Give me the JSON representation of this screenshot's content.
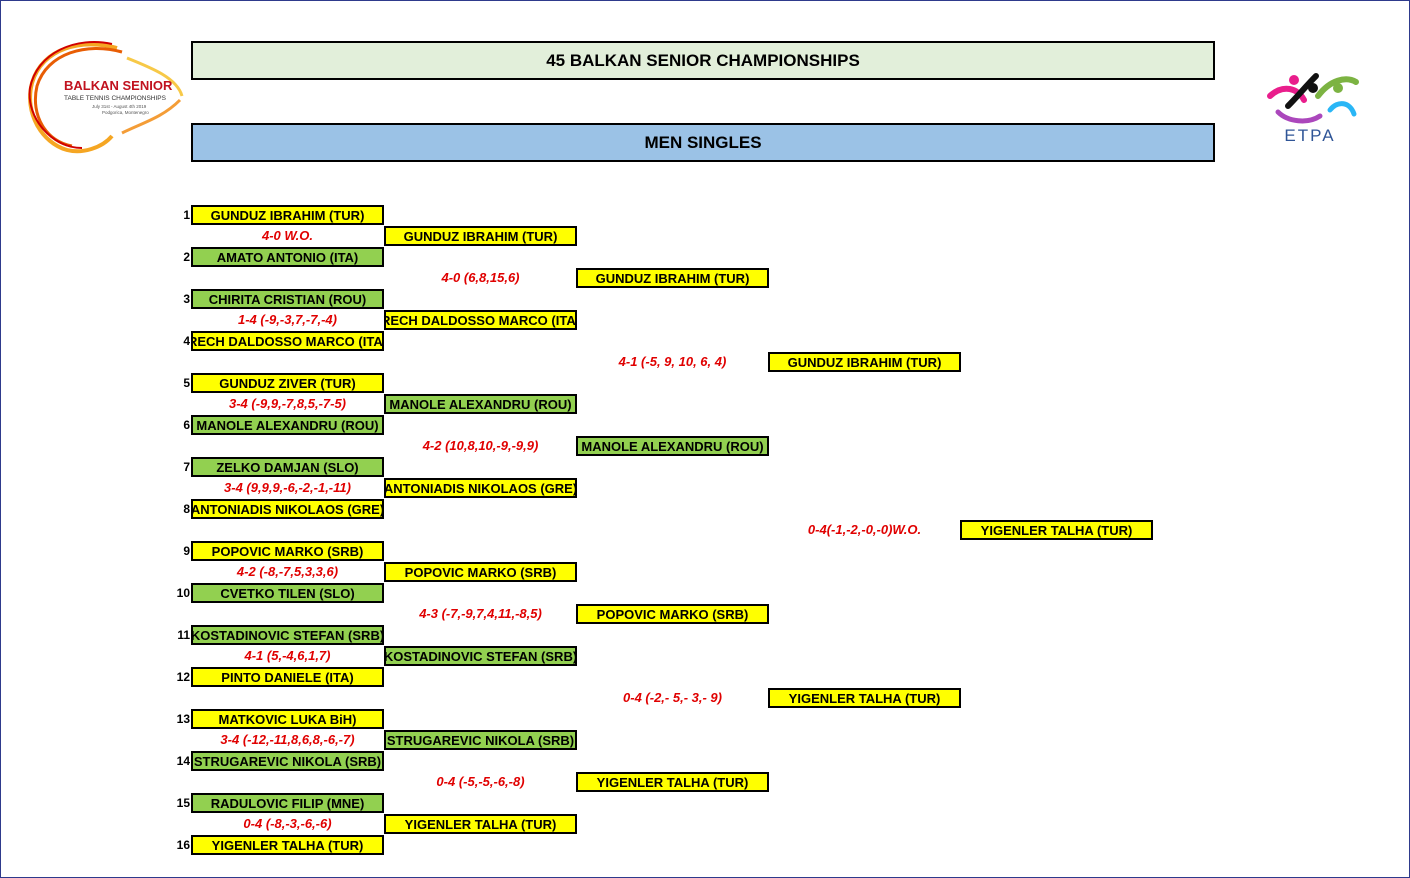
{
  "title": "45 BALKAN SENIOR CHAMPIONSHIPS",
  "subtitle": "MEN SINGLES",
  "logo_left": {
    "line1": "BALKAN SENIOR",
    "line2": "TABLE TENNIS CHAMPIONSHIPS",
    "line3": "July 31st - August 4th 2019",
    "line4": "Podgorica, Montenegro"
  },
  "logo_right": {
    "text": "ETPA"
  },
  "colors": {
    "title_bg": "#e2efda",
    "subtitle_bg": "#9bc2e6",
    "winner": "#ffff00",
    "loser": "#92d050",
    "score": "#e00000"
  },
  "round1": [
    {
      "seed": "1",
      "name": "GUNDUZ IBRAHIM (TUR)",
      "result": "win"
    },
    {
      "seed": "2",
      "name": "AMATO ANTONIO (ITA)",
      "result": "loss"
    },
    {
      "seed": "3",
      "name": "CHIRITA CRISTIAN (ROU)",
      "result": "loss"
    },
    {
      "seed": "4",
      "name": "RECH DALDOSSO MARCO (ITA)",
      "result": "win"
    },
    {
      "seed": "5",
      "name": "GUNDUZ ZIVER (TUR)",
      "result": "win"
    },
    {
      "seed": "6",
      "name": "MANOLE ALEXANDRU (ROU)",
      "result": "loss"
    },
    {
      "seed": "7",
      "name": "ZELKO DAMJAN (SLO)",
      "result": "loss"
    },
    {
      "seed": "8",
      "name": "ANTONIADIS NIKOLAOS (GRE)",
      "result": "win"
    },
    {
      "seed": "9",
      "name": "POPOVIC MARKO (SRB)",
      "result": "win"
    },
    {
      "seed": "10",
      "name": "CVETKO TILEN (SLO)",
      "result": "loss"
    },
    {
      "seed": "11",
      "name": "KOSTADINOVIC STEFAN (SRB)",
      "result": "loss"
    },
    {
      "seed": "12",
      "name": "PINTO DANIELE (ITA)",
      "result": "win"
    },
    {
      "seed": "13",
      "name": "MATKOVIC LUKA BiH)",
      "result": "win"
    },
    {
      "seed": "14",
      "name": "STRUGAREVIC NIKOLA (SRB)",
      "result": "loss"
    },
    {
      "seed": "15",
      "name": "RADULOVIC FILIP (MNE)",
      "result": "loss"
    },
    {
      "seed": "16",
      "name": "YIGENLER TALHA (TUR)",
      "result": "win"
    }
  ],
  "round2": [
    {
      "name": "GUNDUZ IBRAHIM (TUR)",
      "result": "win",
      "score": "4-0 W.O."
    },
    {
      "name": "RECH DALDOSSO MARCO (ITA)",
      "result": "win",
      "score": "1-4 (-9,-3,7,-7,-4)"
    },
    {
      "name": "MANOLE ALEXANDRU (ROU)",
      "result": "loss",
      "score": "3-4 (-9,9,-7,8,5,-7-5)"
    },
    {
      "name": "ANTONIADIS NIKOLAOS (GRE)",
      "result": "win",
      "score": "3-4 (9,9,9,-6,-2,-1,-11)"
    },
    {
      "name": "POPOVIC MARKO (SRB)",
      "result": "win",
      "score": "4-2 (-8,-7,5,3,3,6)"
    },
    {
      "name": "KOSTADINOVIC STEFAN (SRB)",
      "result": "loss",
      "score": "4-1 (5,-4,6,1,7)"
    },
    {
      "name": "STRUGAREVIC NIKOLA (SRB)",
      "result": "loss",
      "score": "3-4 (-12,-11,8,6,8,-6,-7)"
    },
    {
      "name": "YIGENLER TALHA (TUR)",
      "result": "win",
      "score": "0-4 (-8,-3,-6,-6)"
    }
  ],
  "round3": [
    {
      "name": "GUNDUZ IBRAHIM (TUR)",
      "result": "win",
      "score": "4-0 (6,8,15,6)"
    },
    {
      "name": "MANOLE ALEXANDRU (ROU)",
      "result": "loss",
      "score": "4-2 (10,8,10,-9,-9,9)"
    },
    {
      "name": "POPOVIC MARKO (SRB)",
      "result": "win",
      "score": "4-3 (-7,-9,7,4,11,-8,5)"
    },
    {
      "name": "YIGENLER TALHA (TUR)",
      "result": "win",
      "score": "0-4 (-5,-5,-6,-8)"
    }
  ],
  "round4": [
    {
      "name": "GUNDUZ IBRAHIM (TUR)",
      "result": "win",
      "score": "4-1 (-5, 9, 10, 6, 4)"
    },
    {
      "name": "YIGENLER TALHA (TUR)",
      "result": "win",
      "score": "0-4 (-2,- 5,- 3,- 9)"
    }
  ],
  "final": {
    "name": "YIGENLER TALHA (TUR)",
    "result": "win",
    "score": "0-4(-1,-2,-0,-0)W.O."
  }
}
